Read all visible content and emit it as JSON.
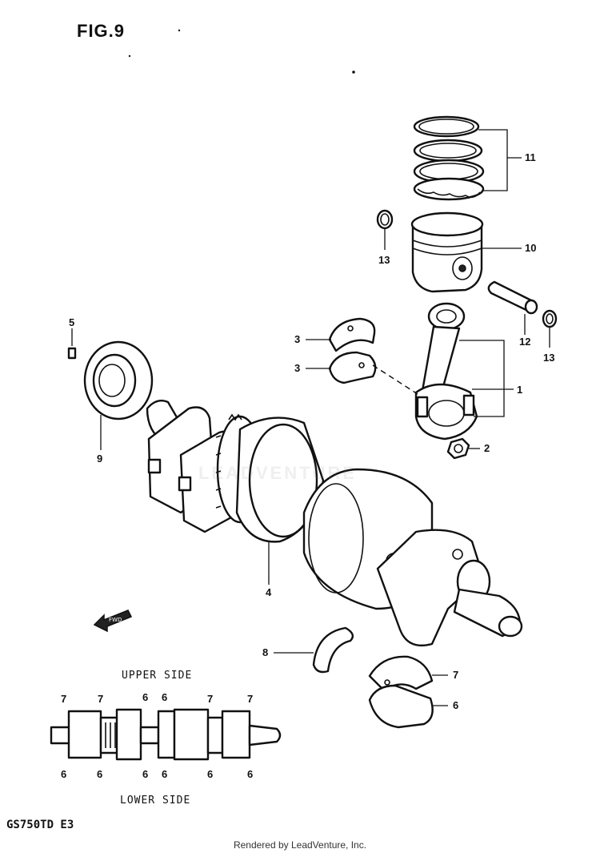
{
  "figure": {
    "title": "FIG.9",
    "model": "GS750TD E3"
  },
  "footer": "Rendered by LeadVenture, Inc.",
  "watermark": "LEADVENTURE",
  "callouts": {
    "c1": "1",
    "c2": "2",
    "c3a": "3",
    "c3b": "3",
    "c4": "4",
    "c5": "5",
    "c6": "6",
    "c7": "7",
    "c8": "8",
    "c9": "9",
    "c10": "10",
    "c11": "11",
    "c12": "12",
    "c13a": "13",
    "c13b": "13"
  },
  "bearing_map": {
    "upper_label": "UPPER SIDE",
    "lower_label": "LOWER SIDE",
    "upper_marks": [
      "7",
      "7",
      "6",
      "6",
      "7",
      "7"
    ],
    "lower_marks": [
      "6",
      "6",
      "6",
      "6",
      "6",
      "6"
    ]
  },
  "icons": {
    "fwd_arrow": "fwd-arrow-icon"
  }
}
